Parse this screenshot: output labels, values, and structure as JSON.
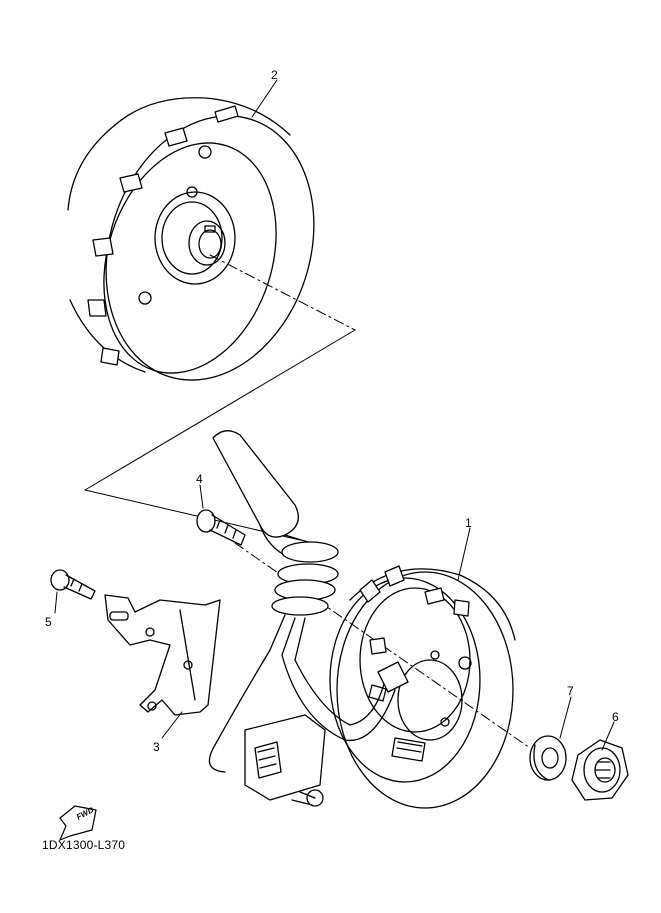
{
  "diagram": {
    "code": "1DX1300-L370",
    "fwd_label": "FWD",
    "callouts": [
      "1",
      "2",
      "3",
      "4",
      "5",
      "6",
      "7"
    ]
  }
}
